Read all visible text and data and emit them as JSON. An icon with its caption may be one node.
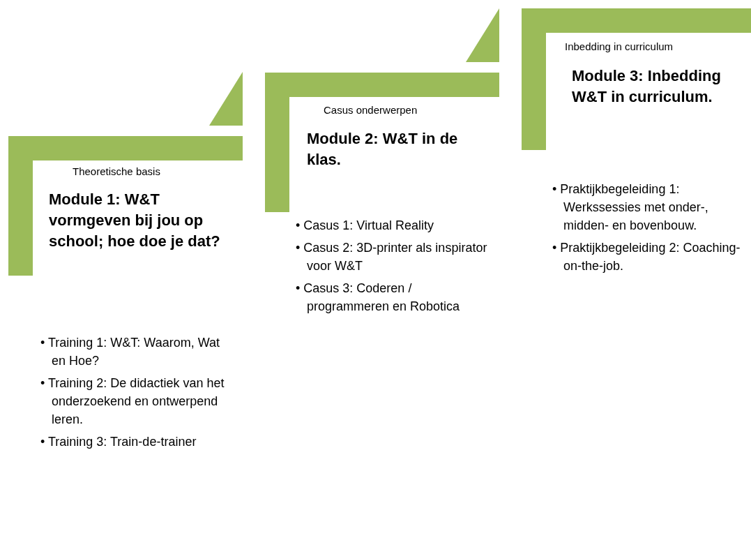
{
  "diagram": {
    "nodes": [
      {
        "text": [
          "Theoretische basis",
          "Module 1: W&T vormgeven bij jou op school; hoe doe je dat?"
        ]
      },
      {
        "text": [
          "Casus onderwerpen",
          "Module 2: W&T in de klas."
        ]
      },
      {
        "text": [
          "Inbedding in curriculum",
          "Module 3: Inbedding W&T in curriculum."
        ]
      },
      {
        "text": [
          "• Training 1: W&T: Waarom, Wat en Hoe?",
          "• Training 2: De didactiek van het onderzoekend en ontwerpend leren.",
          "• Training 3: Train-de-trainer"
        ]
      },
      {
        "text": [
          "• Casus 1: Virtual Reality",
          "• Casus 2: 3D-printer als inspirator voor W&T",
          "• Casus 3: Coderen / programmeren en Robotica"
        ]
      },
      {
        "text": [
          "• Praktijkbegeleiding 1: Werkssessies met onder-, midden- en bovenbouw.",
          "• Praktijkbegeleiding 2: Coaching-on-the-job."
        ]
      }
    ]
  }
}
